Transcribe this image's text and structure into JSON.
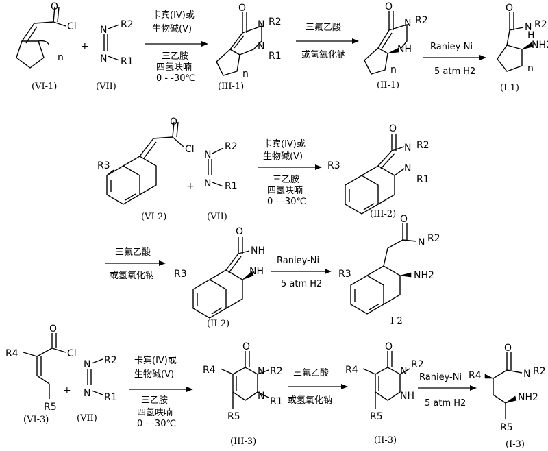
{
  "atoms": {
    "cl": "Cl",
    "o": "O",
    "n": "N",
    "nh": "NH",
    "h": "H",
    "nh2": "NH2",
    "r1": "R1",
    "r2": "R2",
    "r3": "R3",
    "r4": "R4",
    "r5": "R5",
    "ring_n": "n",
    "plus": "+"
  },
  "labels": {
    "vi1": "(VI-1)",
    "vii": "(VII)",
    "iii1": "(III-1)",
    "ii1": "(II-1)",
    "i1": "(I-1)",
    "vi2": "(VI-2)",
    "iii2": "(III-2)",
    "ii2": "(II-2)",
    "i2": "I-2",
    "vi3": "(VI-3)",
    "iii3": "(III-3)",
    "ii3": "(II-3)",
    "i3": "(I-3)"
  },
  "conditions": {
    "catalyst_line1": "卡宾(IV)或",
    "catalyst_line2": "生物碱(V)",
    "base": "三乙胺",
    "solvent": "四氢呋喃",
    "temp": "0 - -30℃",
    "acid": "三氟乙酸",
    "or_naoh": "或氢氧化钠",
    "raney": "Raniey-Ni",
    "h2": "5 atm H2"
  }
}
